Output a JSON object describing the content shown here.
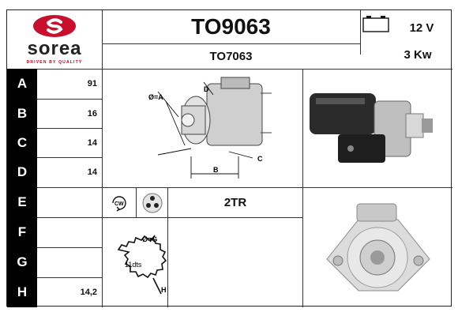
{
  "brand": {
    "name": "sorea",
    "tagline": "DRIVEN BY QUALITY",
    "accent_color": "#c8102e",
    "logo_icon": "sorea-s-logo"
  },
  "header": {
    "code_main": "TO9063",
    "code_sub": "TO7063",
    "voltage": "12 V",
    "power": "3 Kw",
    "battery_icon": "battery-icon"
  },
  "dimensions": [
    {
      "letter": "A",
      "value": "91"
    },
    {
      "letter": "B",
      "value": "16"
    },
    {
      "letter": "C",
      "value": "14"
    },
    {
      "letter": "D",
      "value": "14"
    },
    {
      "letter": "E",
      "value": ""
    },
    {
      "letter": "F",
      "value": ""
    },
    {
      "letter": "G",
      "value": ""
    },
    {
      "letter": "H",
      "value": "14,2"
    }
  ],
  "diagram_labels": {
    "phi_a": "Ø=A",
    "d": "D",
    "c": "C",
    "b": "B",
    "phi_g": "Ø=G",
    "teeth": "11dts",
    "h": "H"
  },
  "rotation": {
    "label": "CW",
    "icon": "clockwise-rotation-icon"
  },
  "mounting_icon": "three-hole-flange-icon",
  "engine": "2TR"
}
